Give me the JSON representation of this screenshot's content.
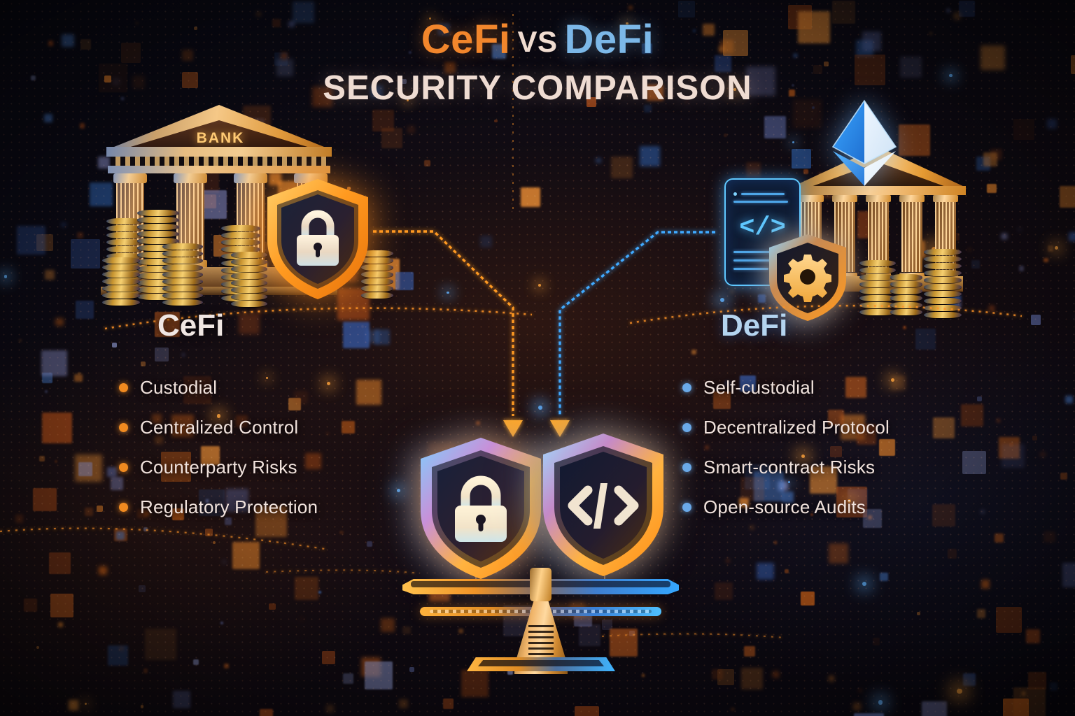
{
  "title": {
    "line1_part1": "CeFi",
    "line1_vs": "VS",
    "line1_part2": "DeFi",
    "line2": "SECURITY COMPARISON"
  },
  "colors": {
    "cefi_accent": "#f2862c",
    "defi_accent": "#7cb8e8",
    "vs_text": "#f0dcd0",
    "subtitle": "#efdcd2",
    "cefi_bullet": "#f08a20",
    "defi_bullet": "#6aa9e8",
    "background": "#0a0a16"
  },
  "left_column": {
    "heading": "CeFi",
    "items": [
      "Custodial",
      "Centralized Control",
      "Counterparty Risks",
      "Regulatory Protection"
    ]
  },
  "right_column": {
    "heading": "DeFi",
    "items": [
      "Self-custodial",
      "Decentralized Protocol",
      "Smart-contract Risks",
      "Open-source Audits"
    ]
  },
  "left_illustration": {
    "building_label": "BANK",
    "shield_icon": "padlock-icon",
    "elements": [
      "bank-building",
      "coin-stacks",
      "security-shield"
    ]
  },
  "right_illustration": {
    "code_glyph": "</>",
    "shield_icon": "gear-icon",
    "elements": [
      "ethereum-diamond",
      "code-document",
      "gear-shield",
      "temple-building",
      "coin-stacks"
    ]
  },
  "scale": {
    "left_pan_icon": "padlock-shield",
    "right_pan_code": "</>",
    "right_pan_icon": "code-shield"
  }
}
